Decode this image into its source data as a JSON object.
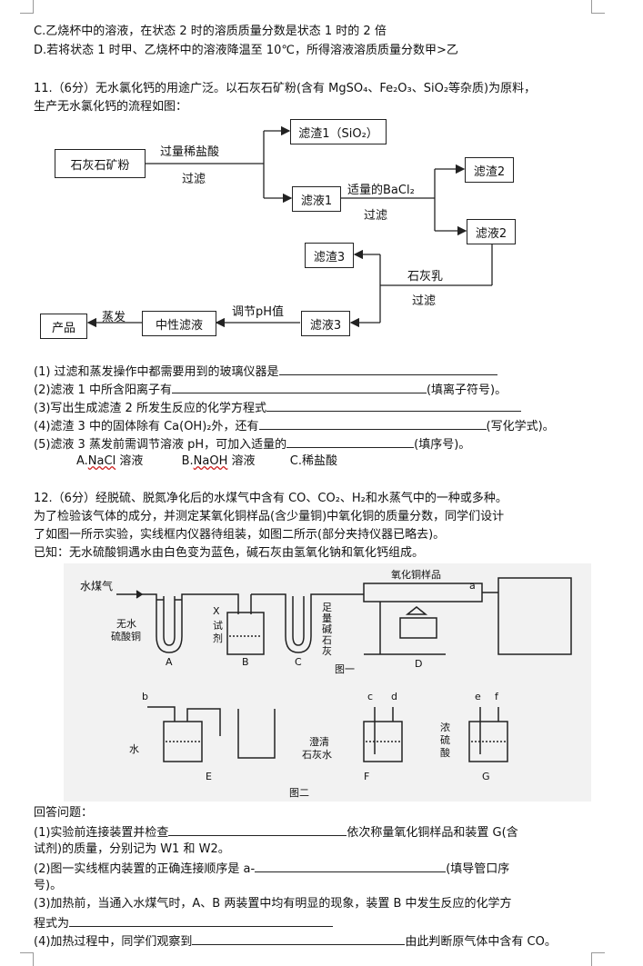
{
  "top_lines": [
    "C.乙烧杯中的溶液，在状态 2 时的溶质质量分数是状态 1 时的 2 倍",
    "D.若将状态 1 时甲、乙烧杯中的溶液降温至 10℃，所得溶液溶质质量分数甲>乙"
  ],
  "q11": {
    "intro1": "11.（6分）无水氯化钙的用途广泛。以石灰石矿粉(含有 MgSO₄、Fe₂O₃、SiO₂等杂质)为原料，",
    "intro2": "生产无水氯化钙的流程如图：",
    "flow": {
      "start": "石灰石矿粉",
      "step1_top": "过量稀盐酸",
      "step1_bottom": "过滤",
      "residue1": "滤渣1（SiO₂）",
      "filtrate1": "滤液1",
      "step2_top": "适量的BaCl₂",
      "step2_bottom": "过滤",
      "residue2": "滤渣2",
      "filtrate2": "滤液2",
      "step3_top": "石灰乳",
      "step3_bottom": "过滤",
      "residue3": "滤渣3",
      "filtrate3": "滤液3",
      "step4": "调节pH值",
      "neutral": "中性滤液",
      "step5": "蒸发",
      "product": "产品"
    },
    "q1": "(1) 过滤和蒸发操作中都需要用到的玻璃仪器是",
    "q2a": "(2)滤液 1 中所含阳离子有",
    "q2b": "(填离子符号)。",
    "q3": "(3)写出生成滤渣 2 所发生反应的化学方程式",
    "q4a": "(4)滤渣 3 中的固体除有 Ca(OH)₂外，还有",
    "q4b": "(写化学式)。",
    "q5a": "(5)滤液 3 蒸发前需调节溶液 pH，可加入适量的",
    "q5b": "(填序号)。",
    "opt_a": "A.",
    "opt_a_chem": "NaCl",
    "opt_a_tail": " 溶液",
    "opt_b": "B.",
    "opt_b_chem": "NaOH",
    "opt_b_tail": " 溶液",
    "opt_c": "C.稀盐酸"
  },
  "q12": {
    "intro1": "12.（6分）经脱硫、脱氮净化后的水煤气中含有 CO、CO₂、H₂和水蒸气中的一种或多种。",
    "intro2": "为了检验该气体的成分，并测定某氧化铜样品(含少量铜)中氧化铜的质量分数，同学们设计",
    "intro3": "了如图一所示实验，实线框内仪器待组装，如图二所示(部分夹持仪器已略去)。",
    "intro4": "已知：无水硫酸铜遇水由白色变为蓝色，碱石灰由氢氧化钠和氧化钙组成。",
    "fig1": {
      "gas_in": "水煤气",
      "cuo_sample": "氧化铜样品",
      "port_a": "a",
      "anhydrous_1": "无水",
      "anhydrous_2": "硫酸铜",
      "x_reagent_1": "X",
      "x_reagent_2": "试",
      "x_reagent_3": "剂",
      "soda_1": "足",
      "soda_2": "量",
      "soda_3": "碱",
      "soda_4": "石",
      "soda_5": "灰",
      "label_a": "A",
      "label_b": "B",
      "label_c": "C",
      "label_d": "D",
      "caption": "图一"
    },
    "fig2": {
      "port_b": "b",
      "water": "水",
      "label_e": "E",
      "port_c": "c",
      "port_d": "d",
      "limewater_1": "澄清",
      "limewater_2": "石灰水",
      "label_f": "F",
      "port_e": "e",
      "port_f": "f",
      "acid_1": "浓",
      "acid_2": "硫",
      "acid_3": "酸",
      "label_g": "G",
      "caption": "图二"
    },
    "answer_head": "回答问题：",
    "a1a": "(1)实验前连接装置并检查",
    "a1b": "依次称量氧化铜样品和装置 G(含",
    "a1c": "试剂)的质量，分别记为 W1 和 W2。",
    "a2a": "(2)图一实线框内装置的正确连接顺序是 a-",
    "a2b": "(填导管口序",
    "a2c": "号)。",
    "a3a": "(3)加热前，当通入水煤气时，A、B 两装置中均有明显的现象，装置 B 中发生反应的化学方",
    "a3b": "程式为",
    "a4a": "(4)加热过程中，同学们观察到",
    "a4b": "由此判断原气体中含有 CO。"
  }
}
